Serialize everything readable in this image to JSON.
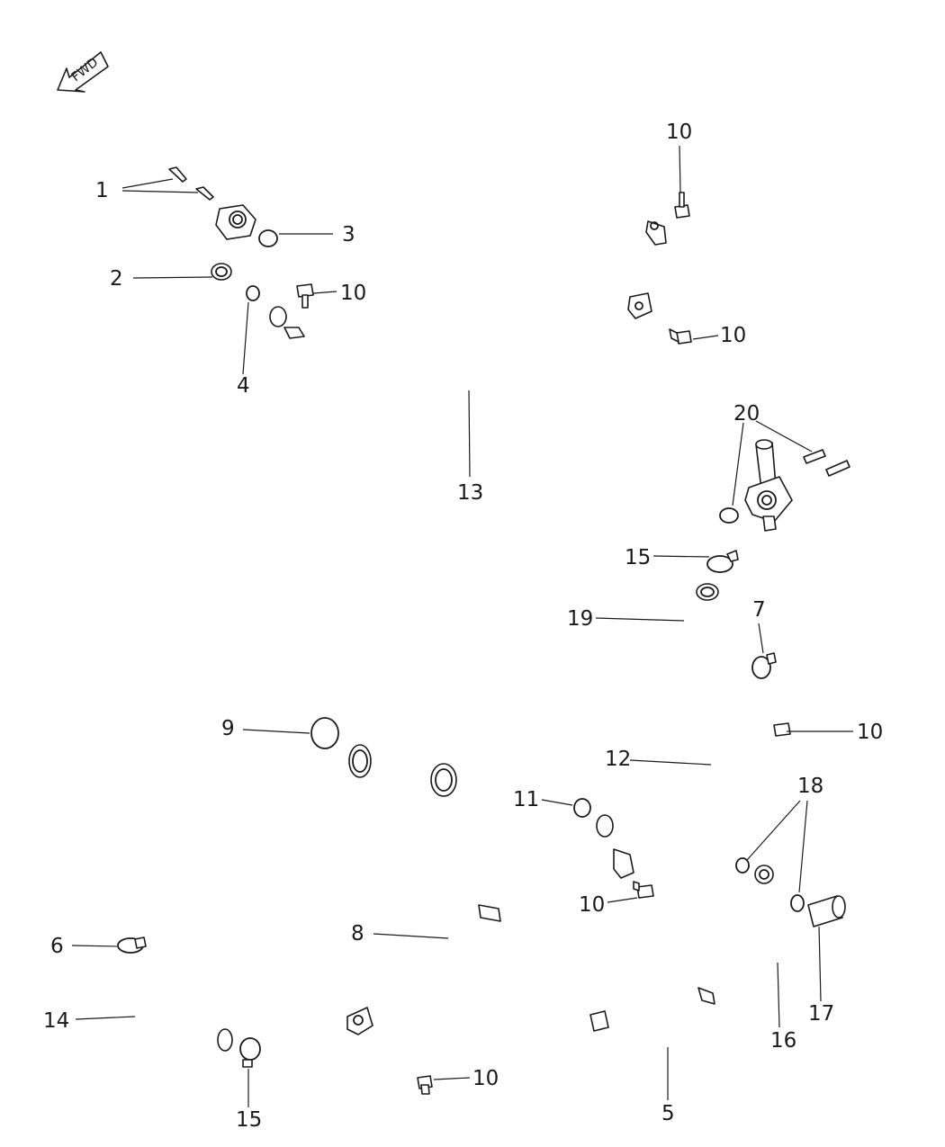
{
  "direction_indicator": {
    "text": "FWD"
  },
  "callouts": {
    "c1": "1",
    "c2": "2",
    "c3": "3",
    "c4": "4",
    "c5": "5",
    "c6": "6",
    "c7": "7",
    "c8": "8",
    "c9": "9",
    "c10": "10",
    "c11": "11",
    "c12": "12",
    "c13": "13",
    "c14": "14",
    "c15": "15",
    "c16": "16",
    "c17": "17",
    "c18": "18",
    "c19": "19",
    "c20": "20"
  },
  "icons": [
    "fwd-arrow-icon"
  ]
}
